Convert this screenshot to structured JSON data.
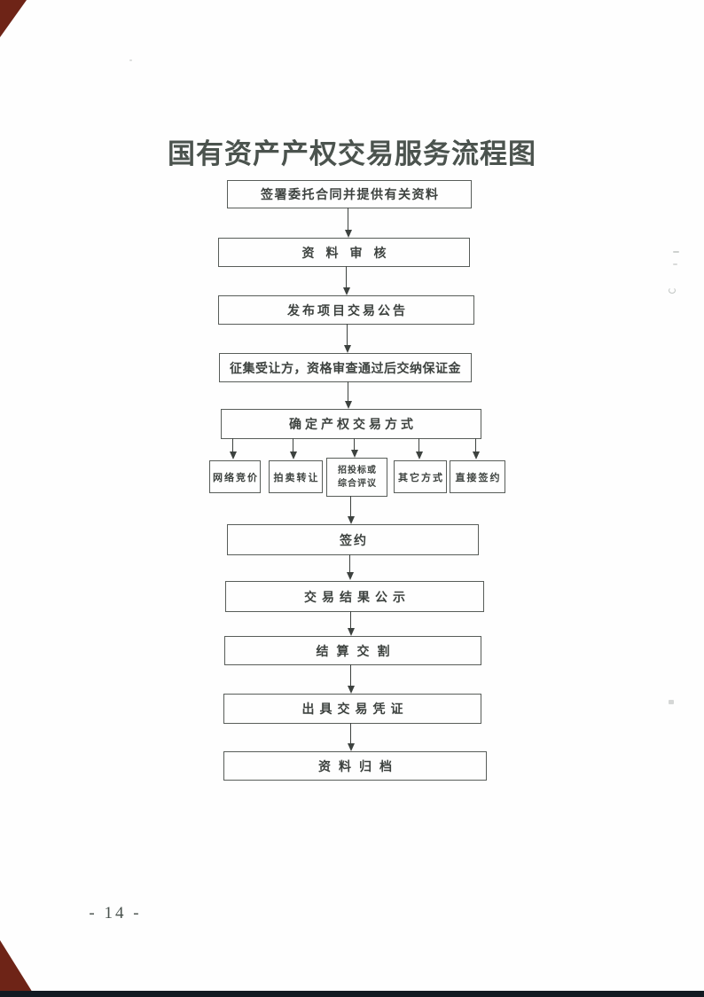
{
  "page": {
    "title": "国有资产产权交易服务流程图",
    "page_number": "- 14 -"
  },
  "flow": {
    "steps": [
      {
        "label": "签署委托合同并提供有关资料"
      },
      {
        "label": "资料审核"
      },
      {
        "label": "发布项目交易公告"
      },
      {
        "label": "征集受让方，资格审查通过后交纳保证金"
      },
      {
        "label": "确定产权交易方式"
      },
      {
        "label": "签约"
      },
      {
        "label": "交易结果公示"
      },
      {
        "label": "结算交割"
      },
      {
        "label": "出具交易凭证"
      },
      {
        "label": "资料归档"
      }
    ],
    "branches": [
      {
        "label": "网络竞价"
      },
      {
        "label": "拍卖转让"
      },
      {
        "label": "招投标或",
        "label2": "综合评议"
      },
      {
        "label": "其它方式"
      },
      {
        "label": "直接签约"
      }
    ]
  },
  "colors": {
    "ink": "#3d423f",
    "box_border": "#585d59",
    "title_text": "#4b534e",
    "corner_mark": "#6e2417",
    "bottom_band": "#121a22"
  }
}
